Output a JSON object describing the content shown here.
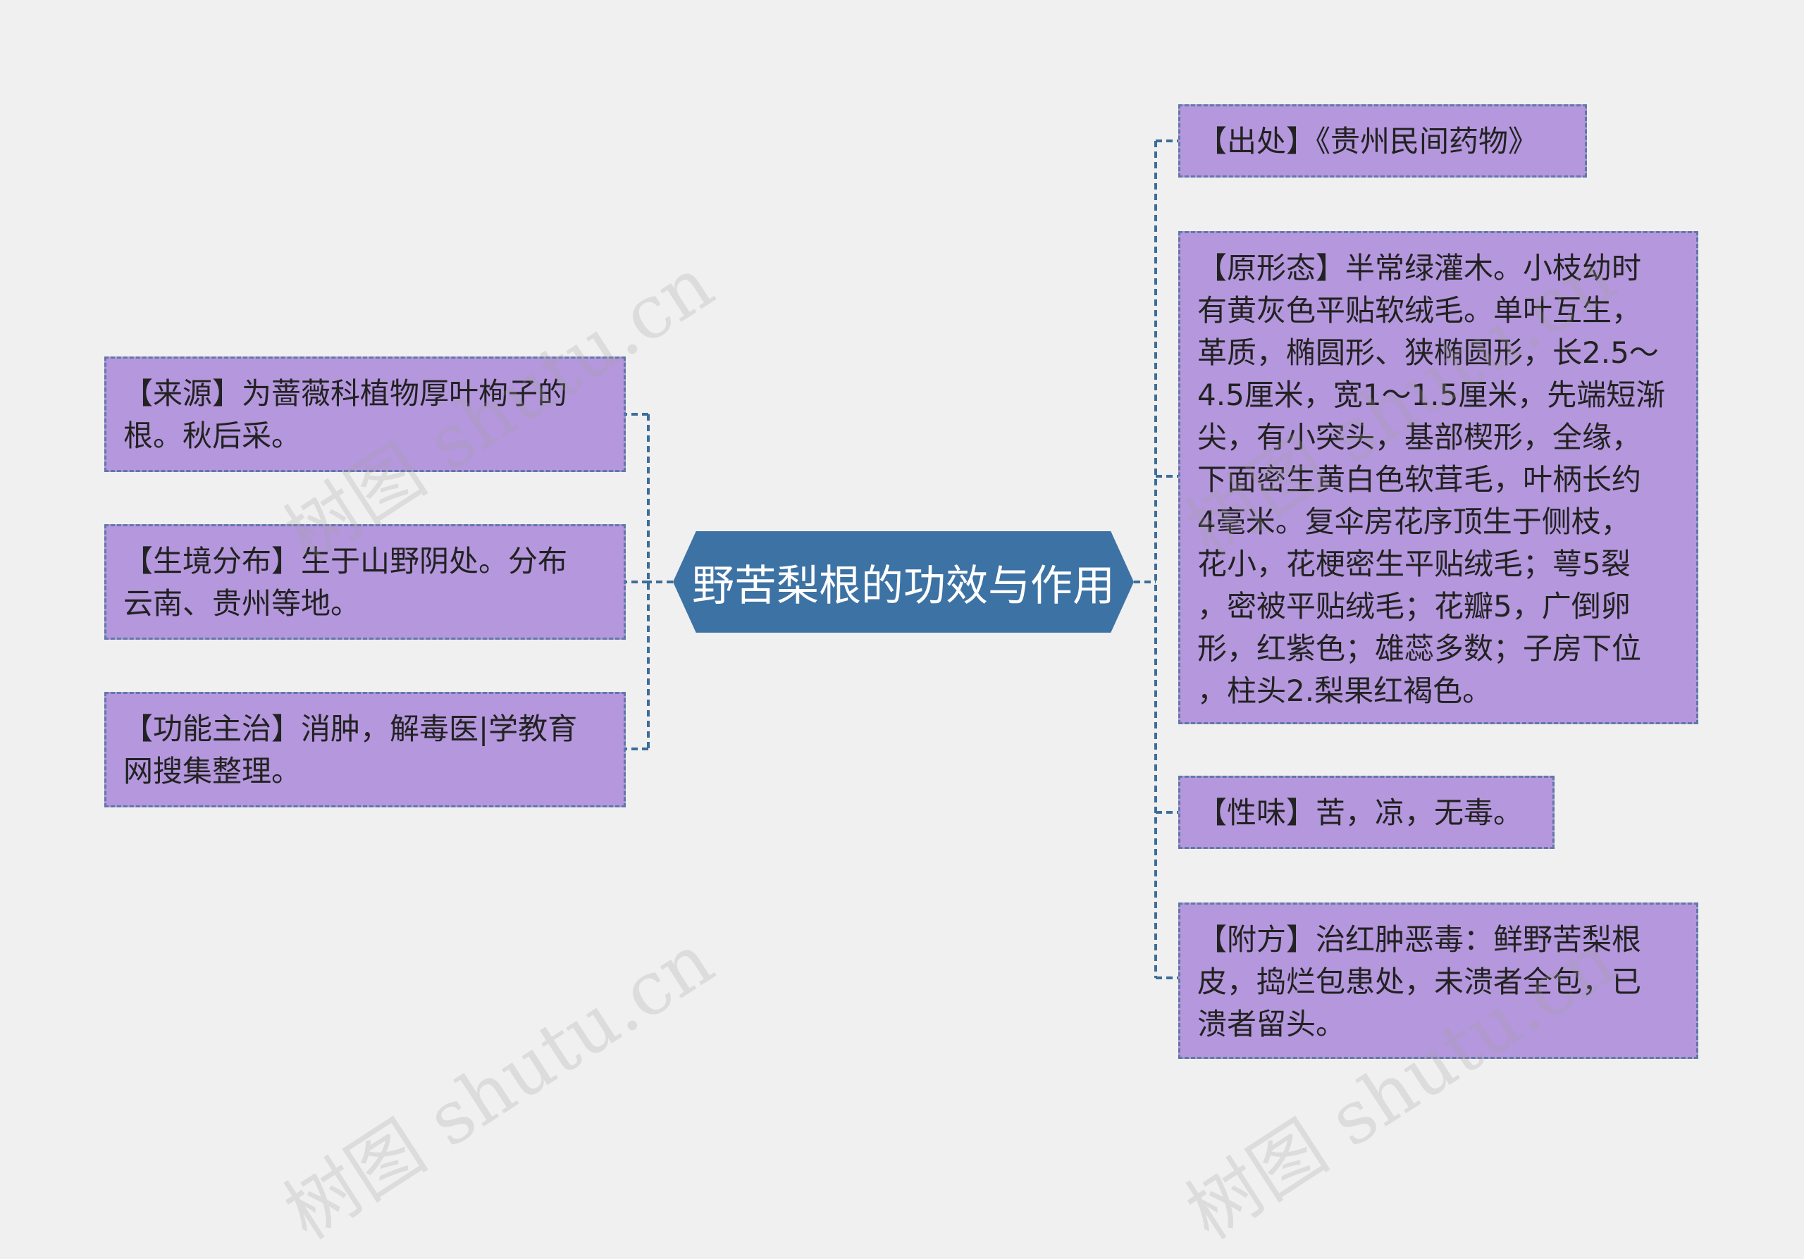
{
  "central": {
    "label": "野苦梨根的功效与作用"
  },
  "left_nodes": [
    {
      "text": "【来源】为蔷薇科植物厚叶栒子的\n根。秋后采。"
    },
    {
      "text": "【生境分布】生于山野阴处。分布\n云南、贵州等地。"
    },
    {
      "text": "【功能主治】消肿，解毒医|学教育\n网搜集整理。"
    }
  ],
  "right_nodes": [
    {
      "text": "【出处】《贵州民间药物》"
    },
    {
      "text": "【原形态】半常绿灌木。小枝幼时\n有黄灰色平贴软绒毛。单叶互生，\n革质，椭圆形、狭椭圆形，长2.5～\n4.5厘米，宽1～1.5厘米，先端短渐\n尖，有小突头，基部楔形，全缘，\n下面密生黄白色软茸毛，叶柄长约\n4毫米。复伞房花序顶生于侧枝，\n花小，花梗密生平贴绒毛；萼5裂\n，密被平贴绒毛；花瓣5，广倒卵\n形，红紫色；雄蕊多数；子房下位\n，柱头2.梨果红褐色。"
    },
    {
      "text": "【性味】苦，凉，无毒。"
    },
    {
      "text": "【附方】治红肿恶毒：鲜野苦梨根\n皮，捣烂包患处，未溃者全包，已\n溃者留头。"
    }
  ],
  "watermarks": [
    "树图 shutu.cn",
    "树图 shutu.cn",
    "树图 shutu.cn",
    "树图 shutu.cn"
  ],
  "colors": {
    "central_fill": "#3d72a4",
    "node_fill": "#b497dc",
    "node_border": "#5f78a8",
    "connector": "#3d6d99",
    "background": "#f0f0f0"
  }
}
